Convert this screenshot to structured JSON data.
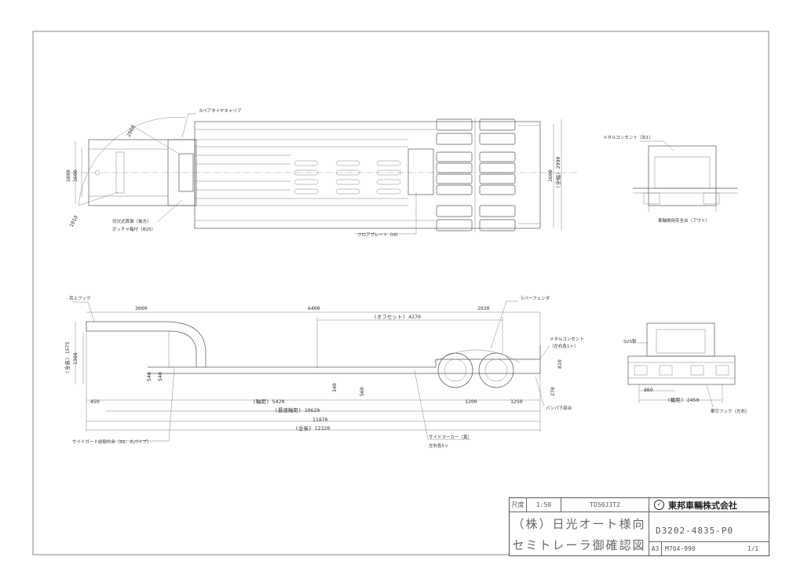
{
  "top_view": {
    "spare_tire_carrier": "スペアタイヤキャリア",
    "dim_2060": "2060",
    "dim_1880": "1880",
    "dim_1600_left": "1600",
    "dim_1010": "1010",
    "gooseneck_note": "切欠式首振（後方）",
    "hatch_note": "ボッチャ箱付（Φ25）",
    "floor_plate_note": "フロアプレート（t9）",
    "dim_1600_right": "1600",
    "dim_width_2990": "(全幅) 2990"
  },
  "rear_view_top": {
    "metal_outlet_note": "メタルコンセント（右1）",
    "jack_note": "車軸側用安全台（アウト）"
  },
  "side_view": {
    "lifting_hook": "吊上フック",
    "rubber_fender": "ラバーフェンダ",
    "dim_3000": "3000",
    "dim_6400": "6400",
    "dim_2920": "2920",
    "dim_offset_4270": "(オフセット) 4270",
    "dim_total_height_1575": "(全高) 1575",
    "dim_1360": "1360",
    "metal_outlet_note": "メタルコンセント",
    "metal_outlet_sub": "（左右各1ヶ）",
    "dim_540_a": "540",
    "dim_540_b": "540",
    "dim_340": "340",
    "dim_560": "560",
    "dim_810": "810",
    "dim_270": "270",
    "bumper_note": "バンパ下部台",
    "dim_450": "450",
    "dim_wheelbase_5420": "(軸距) 5420",
    "dim_1200": "1200",
    "dim_1250": "1250",
    "dim_max_wheelbase_10620": "(最遠軸距) 10620",
    "dim_11870": "11870",
    "dim_total_length_12320": "(全長) 12320",
    "side_guard_note": "サイドガード前部のみ（SS：丸パイプ）",
    "side_marker_note": "サイドマーカー（黄）",
    "side_marker_sub": "左右各5ヶ"
  },
  "rear_view_bottom": {
    "sus_label": "SUS製",
    "dim_860": "860",
    "dim_track_2450": "(輪距) 2450",
    "tow_hook_note": "牽引フック（左右）"
  },
  "title_block": {
    "scale_label": "尺度",
    "scale_value": "1:50",
    "model_code": "TD50J3T2",
    "company_name": "東邦車輛株式会社",
    "customer_line": "（株）日光オート様向",
    "drawing_title": "セミトレーラ御確認図",
    "drawing_number": "D3202-4835-P0",
    "paper_size": "A3",
    "sub_number": "M704-990",
    "sheet": "1/1"
  }
}
